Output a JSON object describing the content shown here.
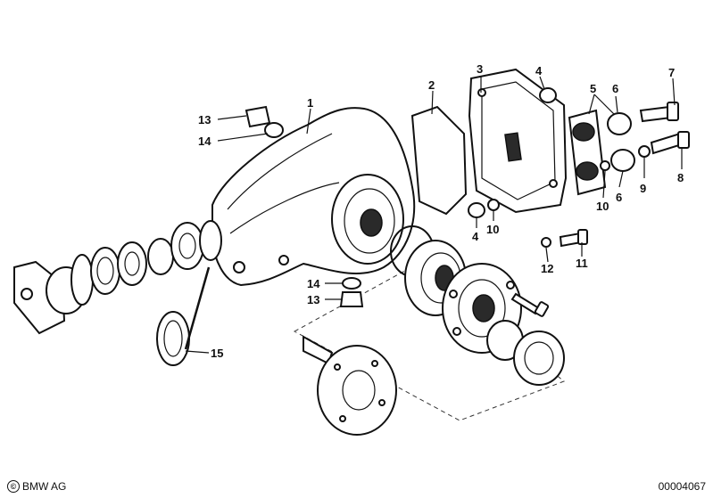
{
  "callouts": {
    "c1": "1",
    "c2": "2",
    "c3": "3",
    "c4a": "4",
    "c4b": "4",
    "c5": "5",
    "c6a": "6",
    "c6b": "6",
    "c7": "7",
    "c8": "8",
    "c9": "9",
    "c10a": "10",
    "c10b": "10",
    "c11": "11",
    "c12": "12",
    "c13a": "13",
    "c13b": "13",
    "c14a": "14",
    "c14b": "14",
    "c15": "15"
  },
  "footer": {
    "copyright_symbol": "©",
    "brand": "BMW AG",
    "diagram_number": "00004067"
  }
}
